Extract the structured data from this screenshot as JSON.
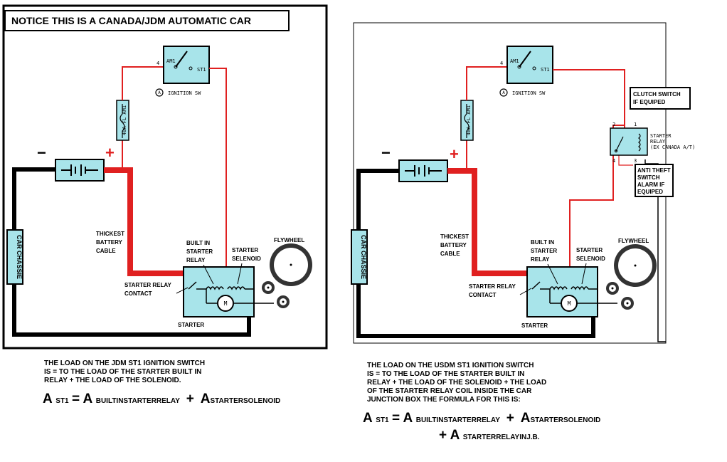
{
  "notice": "NOTICE THIS IS A CANADA/JDM AUTOMATIC CAR",
  "colors": {
    "wire_power": "#e02020",
    "wire_ground": "#000000",
    "component_fill": "#a8e4ea",
    "frame": "#000000"
  },
  "left_diagram": {
    "ignition_switch": {
      "pin_left": "4",
      "am1": "AM1",
      "st1": "ST1",
      "marker": "A",
      "name": "IGNITION SW"
    },
    "fuse": "40A FL AM1",
    "battery": {
      "negative": "−",
      "positive": "+"
    },
    "chassis": "CAR CHASSIE",
    "thickest_cable": "THICKEST BATTERY CABLE",
    "built_in_relay": "BUILT IN STARTER RELAY",
    "solenoid": "STARTER SELENOID",
    "flywheel": "FLYWHEEL",
    "relay_contact": "STARTER RELAY CONTACT",
    "starter": "STARTER"
  },
  "right_diagram": {
    "ignition_switch": {
      "pin_left": "4",
      "am1": "AM1",
      "st1": "ST1",
      "marker": "A",
      "name": "IGNITION SW"
    },
    "fuse": "40A FL AM1",
    "battery": {
      "negative": "−",
      "positive": "+"
    },
    "chassis": "CAR CHASSIE",
    "thickest_cable": "THICKEST BATTERY CABLE",
    "built_in_relay": "BUILT IN STARTER RELAY",
    "solenoid": "STARTER SELENOID",
    "flywheel": "FLYWHEEL",
    "relay_contact": "STARTER RELAY CONTACT",
    "starter": "STARTER",
    "clutch_switch": "CLUTCH SWITCH IF EQUIPED",
    "starter_relay": {
      "label": "STARTER RELAY (EX CANADA A/T)",
      "pin1": "1",
      "pin2": "2",
      "pin3": "3",
      "pin4": "4"
    },
    "anti_theft": "ANTI THEFT SWITCH ALARM IF EQUIPED"
  },
  "jdm_text": {
    "line1": "THE LOAD ON THE JDM ST1 IGNITION SWITCH",
    "line2": "IS = TO THE LOAD OF THE STARTER BUILT IN",
    "line3": "RELAY + THE LOAD OF THE SOLENOID.",
    "formula": {
      "a": "A",
      "st1": "ST1",
      "eq": "=",
      "plus": "+",
      "t1": "BUILTINSTARTERRELAY",
      "t2": "STARTERSOLENOID"
    }
  },
  "usdm_text": {
    "line1": "THE LOAD ON THE USDM ST1 IGNITION SWITCH",
    "line2": "IS = TO THE LOAD OF THE STARTER BUILT IN",
    "line3": "RELAY + THE LOAD OF THE SOLENOID + THE LOAD",
    "line4": "OF THE STARTER RELAY COIL INSIDE THE CAR",
    "line5": "JUNCTION BOX  THE FORMULA FOR THIS IS:",
    "formula": {
      "a": "A",
      "st1": "ST1",
      "eq": "=",
      "plus": "+",
      "t1": "BUILTINSTARTERRELAY",
      "t2": "STARTERSOLENOID",
      "t3": "STARTERRELAYINJ.B."
    }
  }
}
